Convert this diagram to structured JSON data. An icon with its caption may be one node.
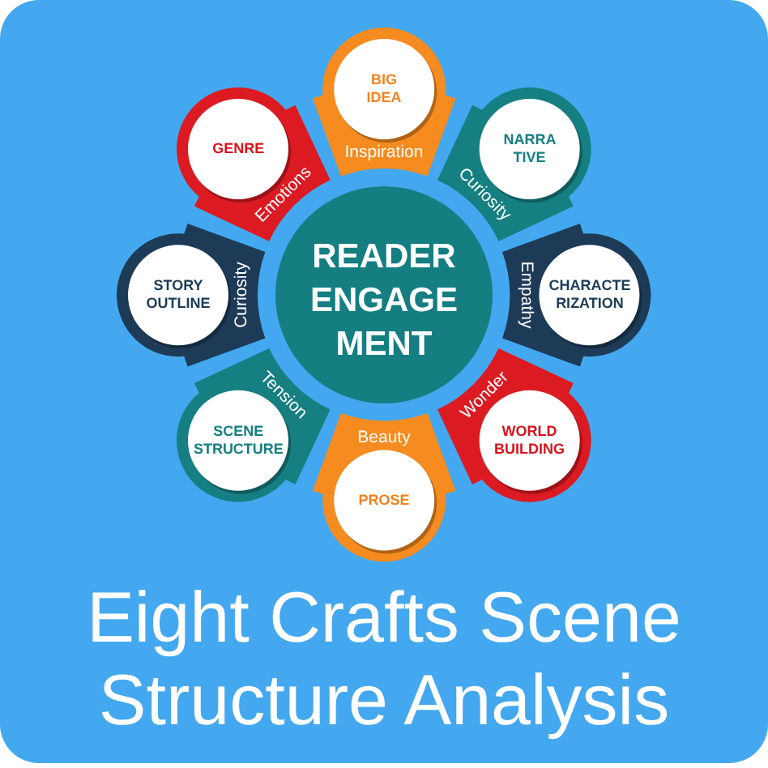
{
  "diagram": {
    "title": "Eight Crafts Scene Structure Analysis",
    "nodes": [
      {
        "text": [
          "READER ENGAGE MENT"
        ]
      },
      {
        "text": [
          "BIG IDEA",
          "Inspiration"
        ]
      },
      {
        "text": [
          "NARRA TIVE",
          "Curiosity"
        ]
      },
      {
        "text": [
          "Empathy",
          "CHARACTE RIZATION"
        ]
      },
      {
        "text": [
          "Wonder",
          "WORLD BUILDING"
        ]
      },
      {
        "text": [
          "Beauty",
          "PROSE"
        ]
      },
      {
        "text": [
          "Tension",
          "SCENE STRUCTURE"
        ]
      },
      {
        "text": [
          "STORY OUTLINE",
          "Curiosity"
        ]
      },
      {
        "text": [
          "GENRE",
          "Emotions"
        ]
      }
    ]
  }
}
